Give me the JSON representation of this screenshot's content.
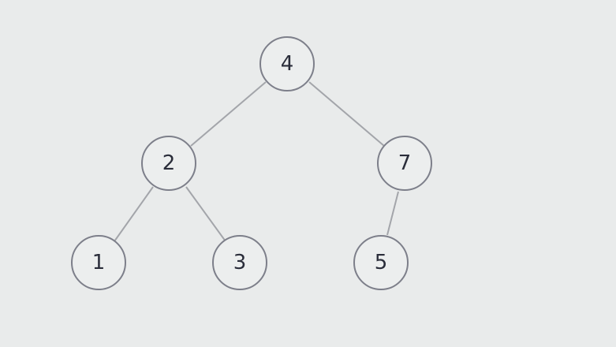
{
  "tree": {
    "nodes": [
      {
        "id": "n4",
        "label": "4"
      },
      {
        "id": "n2",
        "label": "2"
      },
      {
        "id": "n7",
        "label": "7"
      },
      {
        "id": "n1",
        "label": "1"
      },
      {
        "id": "n3",
        "label": "3"
      },
      {
        "id": "n5",
        "label": "5"
      }
    ],
    "edges": [
      {
        "from": "n4",
        "to": "n2"
      },
      {
        "from": "n4",
        "to": "n7"
      },
      {
        "from": "n2",
        "to": "n1"
      },
      {
        "from": "n2",
        "to": "n3"
      },
      {
        "from": "n7",
        "to": "n5"
      }
    ]
  },
  "colors": {
    "background": "#e9ebeb",
    "node_border": "#7d7f8a",
    "edge": "#a3a5aa",
    "text": "#2a2d3a"
  }
}
